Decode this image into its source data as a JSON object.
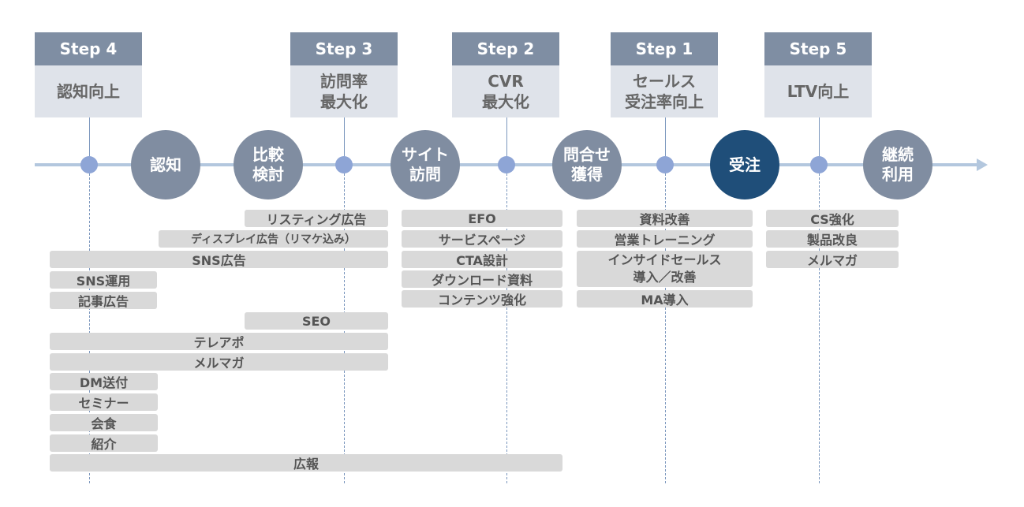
{
  "steps": [
    {
      "label": "Step 4",
      "lines": [
        "認知向上"
      ]
    },
    {
      "label": "Step 3",
      "lines": [
        "訪問率",
        "最大化"
      ]
    },
    {
      "label": "Step 2",
      "lines": [
        "CVR",
        "最大化"
      ]
    },
    {
      "label": "Step 1",
      "lines": [
        "セールス",
        "受注率向上"
      ]
    },
    {
      "label": "Step 5",
      "lines": [
        "LTV向上"
      ]
    }
  ],
  "stages": [
    {
      "lines": [
        "認知"
      ]
    },
    {
      "lines": [
        "比較",
        "検討"
      ]
    },
    {
      "lines": [
        "サイト",
        "訪問"
      ]
    },
    {
      "lines": [
        "問合せ",
        "獲得"
      ]
    },
    {
      "lines": [
        "受注"
      ],
      "active": true
    },
    {
      "lines": [
        "継続",
        "利用"
      ]
    }
  ],
  "measures": {
    "left": [
      "リスティング広告",
      "ディスプレイ広告（リマケ込み）",
      "SNS広告",
      "SNS運用",
      "記事広告",
      "SEO",
      "テレアポ",
      "メルマガ",
      "DM送付",
      "セミナー",
      "会食",
      "紹介",
      "広報"
    ],
    "step2": [
      "EFO",
      "サービスページ",
      "CTA設計",
      "ダウンロード資料",
      "コンテンツ強化"
    ],
    "step1": [
      "資料改善",
      "営業トレーニング",
      [
        "インサイドセールス",
        "導入／改善"
      ],
      "MA導入"
    ],
    "step5": [
      "CS強化",
      "製品改良",
      "メルマガ"
    ]
  },
  "colors": {
    "step_header": "#7f8ea3",
    "step_body": "#dfe3ea",
    "stage": "#808da1",
    "stage_active": "#1f4e79",
    "axis": "#b3c7de",
    "dot": "#8ea5d6",
    "bar": "#d9d9d9"
  }
}
